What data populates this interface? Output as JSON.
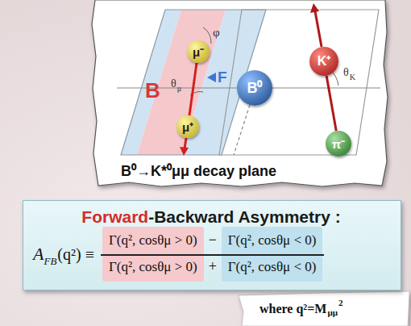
{
  "diagram": {
    "caption": "B⁰→K*⁰μμ decay plane",
    "nodes": [
      {
        "text": [
          "μ⁻"
        ]
      },
      {
        "text": [
          "K⁺"
        ]
      },
      {
        "text": [
          "B⁰"
        ]
      },
      {
        "text": [
          "μ⁺"
        ]
      },
      {
        "text": [
          "π⁻"
        ]
      },
      {
        "text": [
          "Forward",
          "-Backward Asymmetry :",
          "A",
          "FB",
          "(q²) ≡",
          "Γ(q², cosθμ > 0)",
          "−",
          "Γ(q², cosθμ < 0)",
          "Γ(q², cosθμ > 0)",
          "+",
          "Γ(q², cosθμ < 0)"
        ]
      }
    ],
    "edges": [
      {
        "from": 0,
        "to": 3,
        "arrow": "none"
      },
      {
        "from": 4,
        "to": 1,
        "arrow": "none"
      }
    ],
    "labels": [
      "φ",
      "F",
      "θ",
      "μ",
      "B",
      "θ",
      "K",
      "where q²=M",
      "μμ",
      "2"
    ]
  }
}
